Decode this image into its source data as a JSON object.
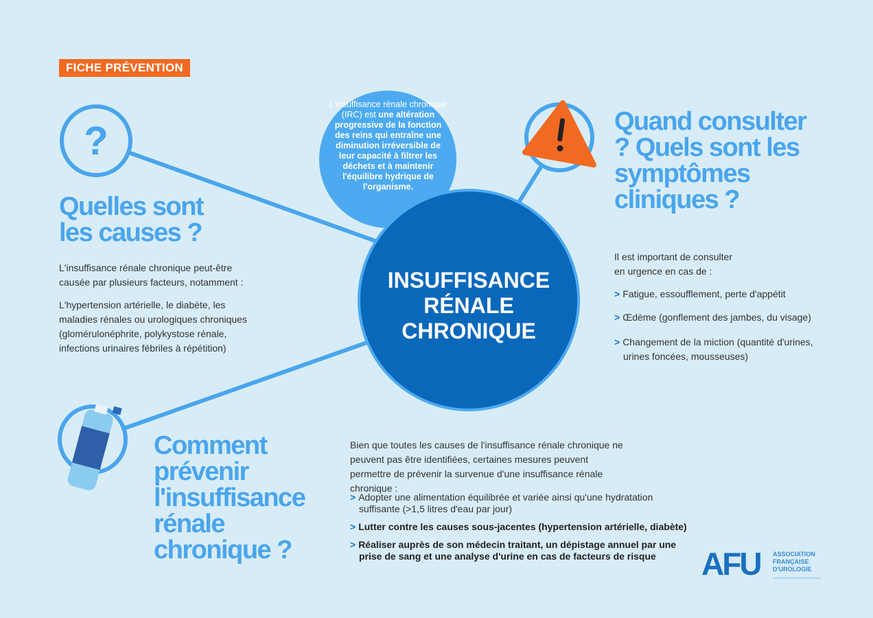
{
  "tag": "FICHE PRÉVENTION",
  "intro": {
    "normal": "L'insuffisance rénale chronique (IRC) est",
    "bold": "une altération progressive de la fonction des reins qui entraîne une diminution irréversible de leur capacité à filtrer les déchets et à maintenir l'équilibre hydrique de l'organisme."
  },
  "center_title": "INSUFFISANCE RÉNALE CHRONIQUE",
  "causes": {
    "title": "Quelles sont les causes ?",
    "p1": "L'insuffisance rénale chronique peut-être causée par plusieurs facteurs, notamment :",
    "p2": "L'hypertension artérielle, le diabète, les maladies rénales ou urologiques chroniques (glomérulonéphrite, polykystose rénale, infections urinaires fébriles à répétition)"
  },
  "symptoms": {
    "title": "Quand consulter ? Quels sont les symptômes cliniques ?",
    "intro": "Il est important de consulter en urgence en cas de :",
    "items": [
      "Fatigue, essoufflement, perte d'appétit",
      "Œdème (gonflement des jambes, du visage)",
      "Changement de la miction (quantité d'urines, urines foncées, mousseuses)"
    ]
  },
  "prevention": {
    "title": "Comment prévenir l'insuffisance rénale chronique ?",
    "intro": "Bien que toutes les causes de l'insuffisance rénale chronique ne peuvent pas être identifiées, certaines mesures peuvent permettre de prévenir la survenue d'une insuffisance rénale chronique :",
    "items": [
      "Adopter une alimentation équilibrée et variée ainsi qu'une hydratation suffisante (>1,5 litres d'eau par jour)",
      "Lutter contre les causes sous-jacentes (hypertension artérielle, diabète)",
      "Réaliser auprès de son médecin traitant, un dépistage annuel par une prise de sang et une analyse d'urine en cas de facteurs de risque"
    ]
  },
  "logo": {
    "mark": "AFU",
    "text": "ASSOCIATION FRANÇAISE D'UROLOGIE"
  },
  "colors": {
    "background": "#d7ecf6",
    "accent": "#f26a21",
    "heading": "#4aa5ec",
    "center": "#0a68bb",
    "intro_circle": "#4daaf0"
  }
}
